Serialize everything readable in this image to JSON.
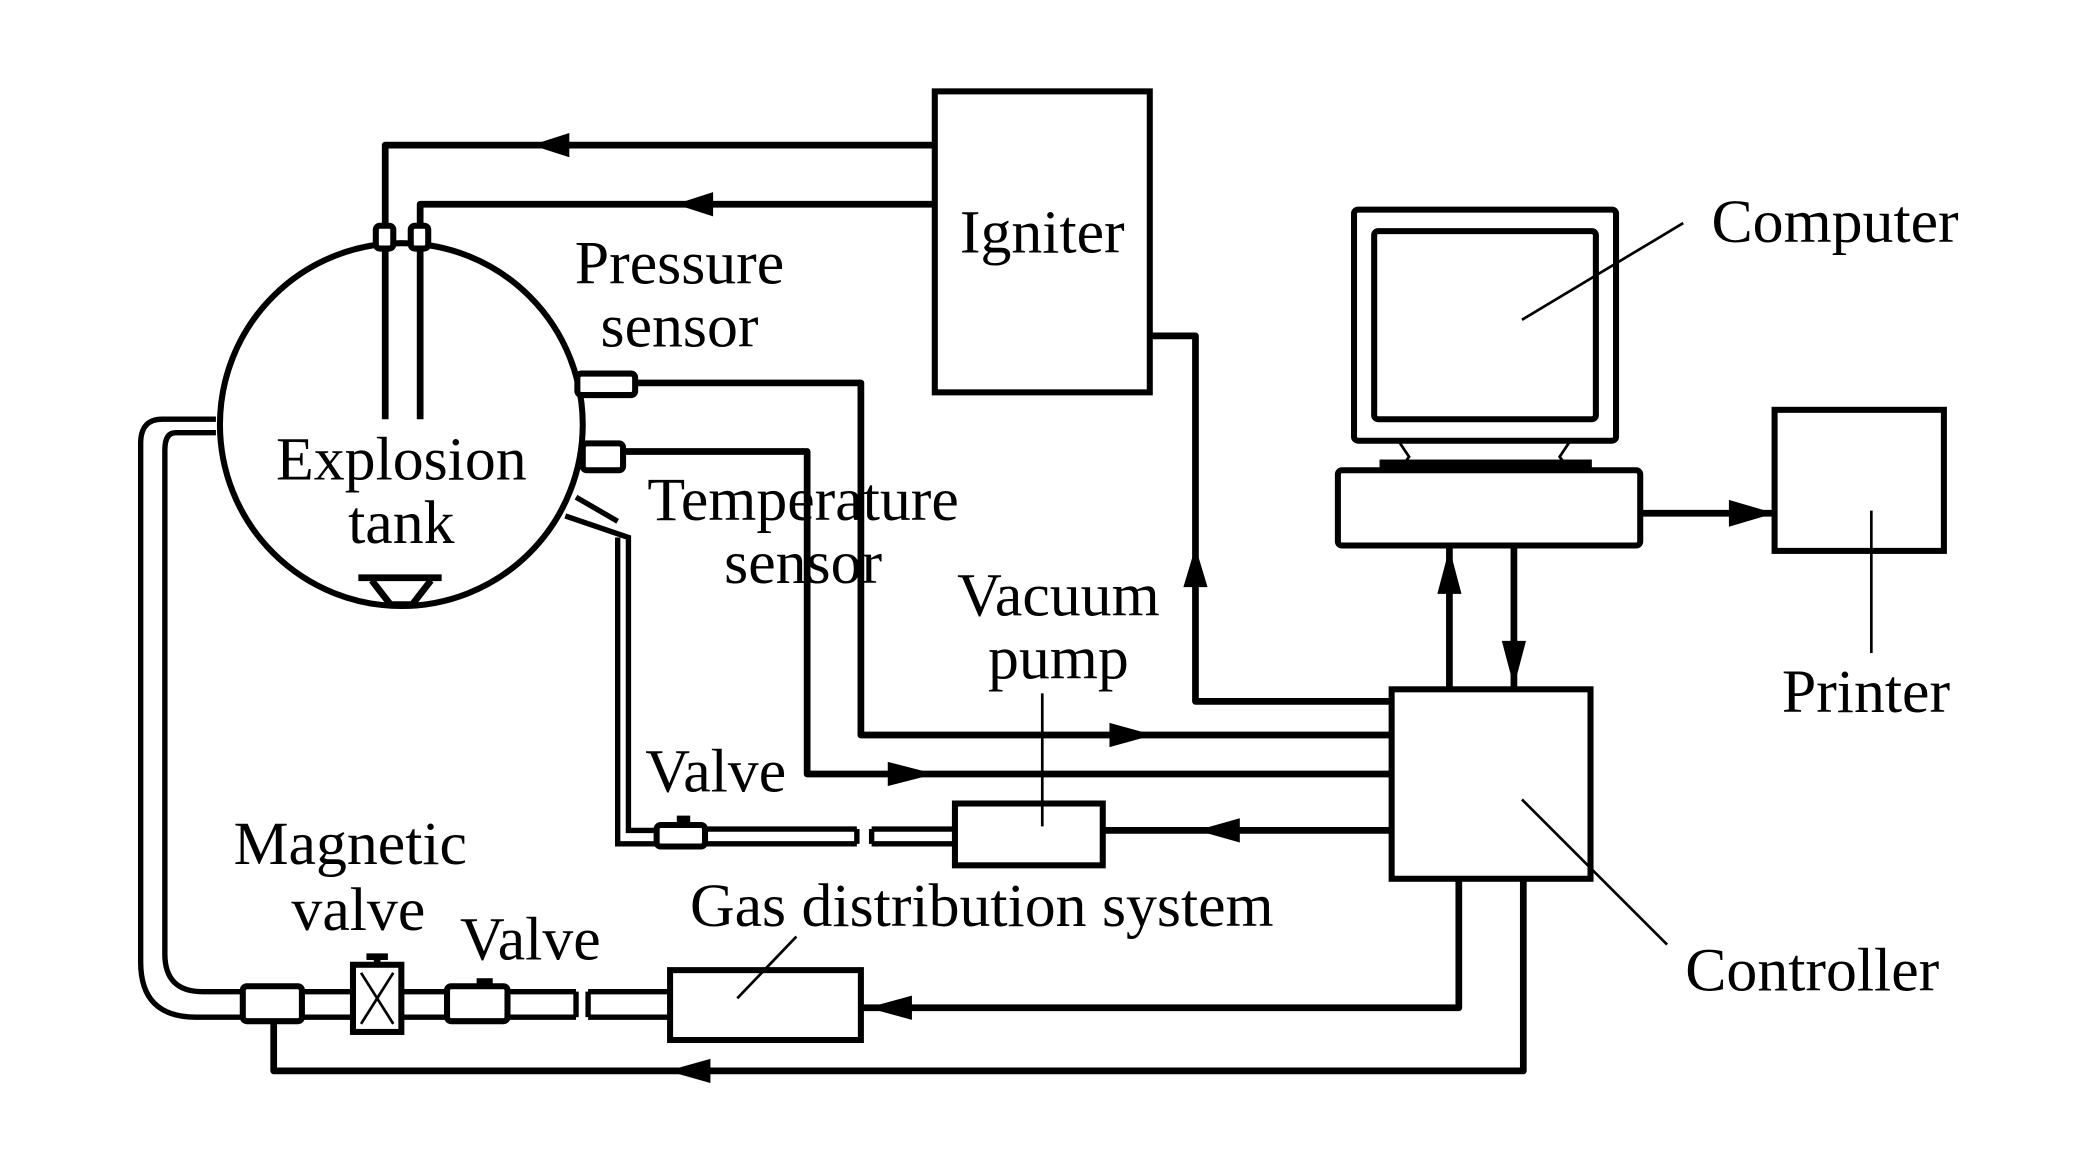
{
  "diagram": {
    "type": "experimental-setup-schematic",
    "components": {
      "explosion_tank": {
        "line1": "Explosion",
        "line2": "tank"
      },
      "igniter": {
        "label": "Igniter"
      },
      "pressure_sensor": {
        "line1": "Pressure",
        "line2": "sensor"
      },
      "temperature_sensor": {
        "line1": "Temperature",
        "line2": "sensor"
      },
      "vacuum_pump": {
        "line1": "Vacuum",
        "line2": "pump"
      },
      "valve_upper": {
        "label": "Valve"
      },
      "magnetic_valve": {
        "line1": "Magnetic",
        "line2": "valve"
      },
      "valve_lower": {
        "label": "Valve"
      },
      "gas_distribution": {
        "label": "Gas distribution system"
      },
      "computer": {
        "label": "Computer"
      },
      "printer": {
        "label": "Printer"
      },
      "controller": {
        "label": "Controller"
      }
    },
    "connections": [
      {
        "from": "Igniter",
        "to": "Explosion tank",
        "kind": "signal"
      },
      {
        "from": "Igniter",
        "to": "Explosion tank",
        "kind": "signal"
      },
      {
        "from": "Controller",
        "to": "Igniter",
        "kind": "signal"
      },
      {
        "from": "Pressure sensor",
        "to": "Controller",
        "kind": "signal"
      },
      {
        "from": "Temperature sensor",
        "to": "Controller",
        "kind": "signal"
      },
      {
        "from": "Controller",
        "to": "Vacuum pump",
        "kind": "signal"
      },
      {
        "from": "Controller",
        "to": "Gas distribution system",
        "kind": "signal"
      },
      {
        "from": "Controller",
        "to": "Magnetic valve",
        "kind": "signal"
      },
      {
        "from": "Controller",
        "to": "Computer",
        "kind": "signal"
      },
      {
        "from": "Computer",
        "to": "Controller",
        "kind": "signal"
      },
      {
        "from": "Computer",
        "to": "Printer",
        "kind": "signal"
      },
      {
        "from": "Vacuum pump",
        "to": "Explosion tank",
        "kind": "pipe",
        "via": "Valve"
      },
      {
        "from": "Gas distribution system",
        "to": "Explosion tank",
        "kind": "pipe",
        "via": [
          "Valve",
          "Magnetic valve"
        ]
      }
    ]
  }
}
